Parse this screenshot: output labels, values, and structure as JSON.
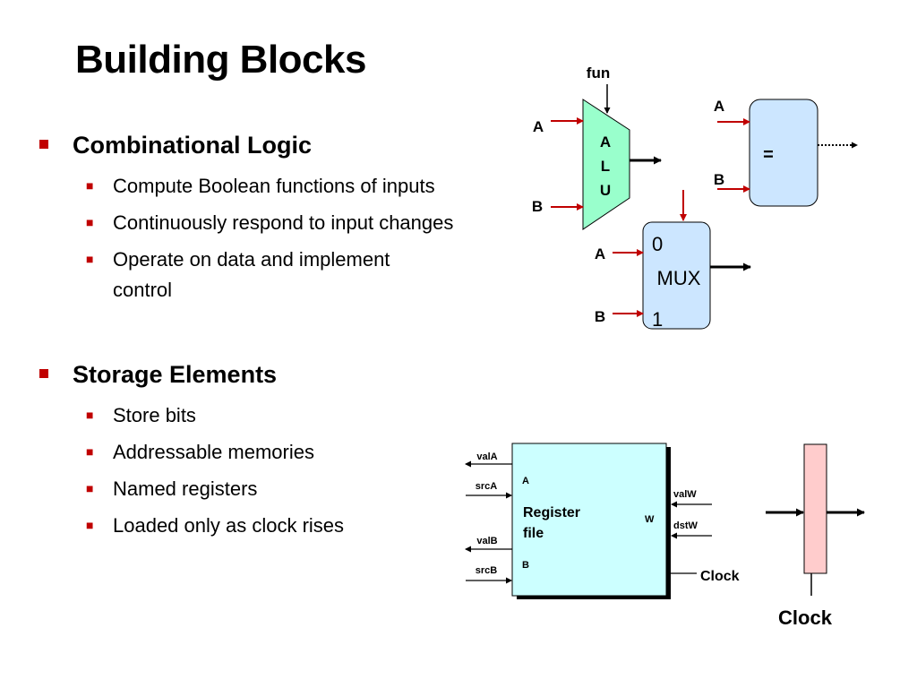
{
  "title": "Building Blocks",
  "sections": [
    {
      "heading": "Combinational Logic",
      "items": [
        "Compute Boolean functions of inputs",
        "Continuously respond to input changes",
        "Operate on data and implement",
        "control"
      ]
    },
    {
      "heading": "Storage Elements",
      "items": [
        "Store bits",
        "Addressable memories",
        "Named registers",
        "Loaded only as clock rises"
      ]
    }
  ],
  "alu": {
    "fun": "fun",
    "in_a": "A",
    "in_b": "B",
    "letters": [
      "A",
      "L",
      "U"
    ]
  },
  "eq": {
    "in_a": "A",
    "in_b": "B",
    "symbol": "="
  },
  "mux": {
    "in_a": "A",
    "in_b": "B",
    "sel0": "0",
    "label": "MUX",
    "sel1": "1"
  },
  "regfile": {
    "valA": "valA",
    "srcA": "srcA",
    "valB": "valB",
    "srcB": "srcB",
    "portA": "A",
    "portB": "B",
    "label1": "Register",
    "label2": "file",
    "portW": "W",
    "valW": "valW",
    "dstW": "dstW",
    "clock": "Clock"
  },
  "register": {
    "clock": "Clock"
  },
  "colors": {
    "accent": "#c00000",
    "alu_fill": "#99ffcc",
    "mux_fill": "#cce6ff",
    "regfile_fill": "#ccffff",
    "reg_fill": "#ffcccc"
  }
}
